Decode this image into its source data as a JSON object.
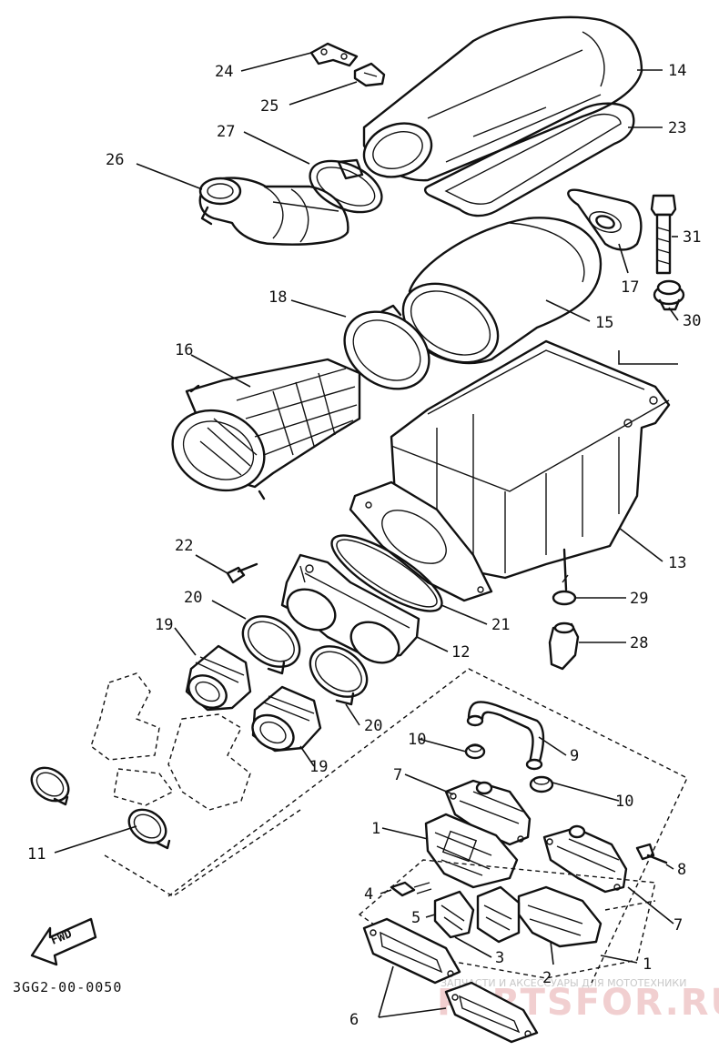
{
  "diagram": {
    "drawing_code": "3GG2-00-0050",
    "direction_label": "FWD",
    "callouts": {
      "c1a": "1",
      "c1b": "1",
      "c2": "2",
      "c3": "3",
      "c4": "4",
      "c5": "5",
      "c6": "6",
      "c7a": "7",
      "c7b": "7",
      "c8": "8",
      "c9": "9",
      "c10a": "10",
      "c10b": "10",
      "c11": "11",
      "c12": "12",
      "c13": "13",
      "c14": "14",
      "c15": "15",
      "c16": "16",
      "c17": "17",
      "c18": "18",
      "c19a": "19",
      "c19b": "19",
      "c20a": "20",
      "c20b": "20",
      "c21": "21",
      "c22": "22",
      "c23": "23",
      "c24": "24",
      "c25": "25",
      "c26": "26",
      "c27": "27",
      "c28": "28",
      "c29": "29",
      "c30": "30",
      "c31": "31"
    }
  },
  "watermark": {
    "subtitle": "ЗАПЧАСТИ И АКСЕССУАРЫ ДЛЯ МОТОТЕХНИКИ",
    "brand": "PARTSFOR.RU"
  }
}
